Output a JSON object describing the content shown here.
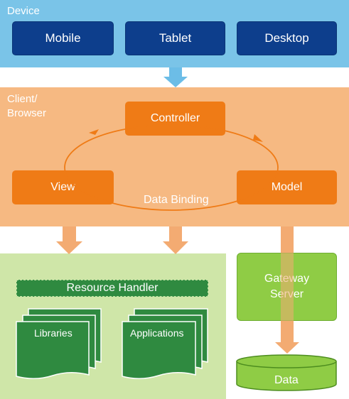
{
  "device": {
    "label": "Device",
    "buttons": [
      "Mobile",
      "Tablet",
      "Desktop"
    ]
  },
  "client": {
    "label_line1": "Client/",
    "label_line2": "Browser",
    "controller": "Controller",
    "view": "View",
    "model": "Model",
    "data_binding": "Data Binding"
  },
  "resources": {
    "handler": "Resource Handler",
    "libraries": "Libraries",
    "applications": "Applications"
  },
  "gateway": {
    "line1": "Gateway",
    "line2": "Server"
  },
  "data": {
    "label": "Data"
  },
  "colors": {
    "device_band": "#7ac4e8",
    "device_button": "#0d3e8c",
    "client_band": "#f6b982",
    "orange_box": "#ef7b16",
    "arrow": "#f3ab72",
    "arrow_blue": "#6cbde7",
    "resource_band": "#cfe6a8",
    "dark_green": "#2f8a40",
    "gateway_green": "#8fcc45"
  }
}
